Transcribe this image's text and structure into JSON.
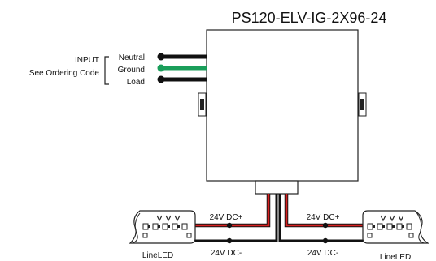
{
  "title": "PS120-ELV-IG-2X96-24",
  "input": {
    "label": "INPUT",
    "sublabel": "See Ordering Code",
    "wires": [
      {
        "name": "Neutral",
        "color": "#111111"
      },
      {
        "name": "Ground",
        "color": "#1a9e5a"
      },
      {
        "name": "Load",
        "color": "#111111"
      }
    ]
  },
  "outputs": [
    {
      "positive_label": "24V DC+",
      "negative_label": "24V DC-",
      "strip_label": "LineLED"
    },
    {
      "positive_label": "24V DC+",
      "negative_label": "24V DC-",
      "strip_label": "LineLED"
    }
  ],
  "colors": {
    "positive_wire": "#d62020",
    "negative_wire": "#111111",
    "box_stroke": "#222222"
  }
}
